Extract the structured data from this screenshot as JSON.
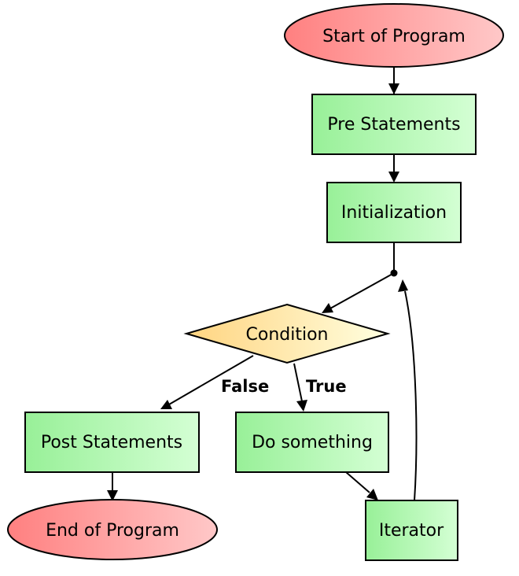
{
  "nodes": {
    "start": "Start of Program",
    "pre": "Pre Statements",
    "init": "Initialization",
    "condition": "Condition",
    "post": "Post Statements",
    "do": "Do something",
    "end": "End of Program",
    "iterator": "Iterator"
  },
  "edges": {
    "false_label": "False",
    "true_label": "True"
  },
  "colors": {
    "terminal_gradient": [
      "#ff8080",
      "#ffc8c8"
    ],
    "process_gradient": [
      "#98f098",
      "#d4ffd4"
    ],
    "decision_gradient": [
      "#ffd480",
      "#ffffe0"
    ]
  }
}
